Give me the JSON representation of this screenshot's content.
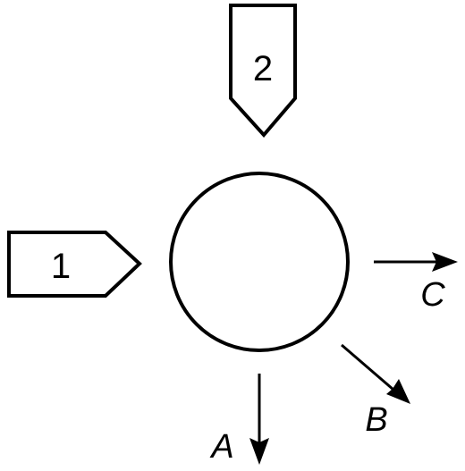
{
  "inputs": [
    {
      "label": "1"
    },
    {
      "label": "2"
    }
  ],
  "outputs": [
    {
      "label": "A"
    },
    {
      "label": "B"
    },
    {
      "label": "C"
    }
  ],
  "colors": {
    "stroke": "#000000",
    "background": "#ffffff"
  }
}
